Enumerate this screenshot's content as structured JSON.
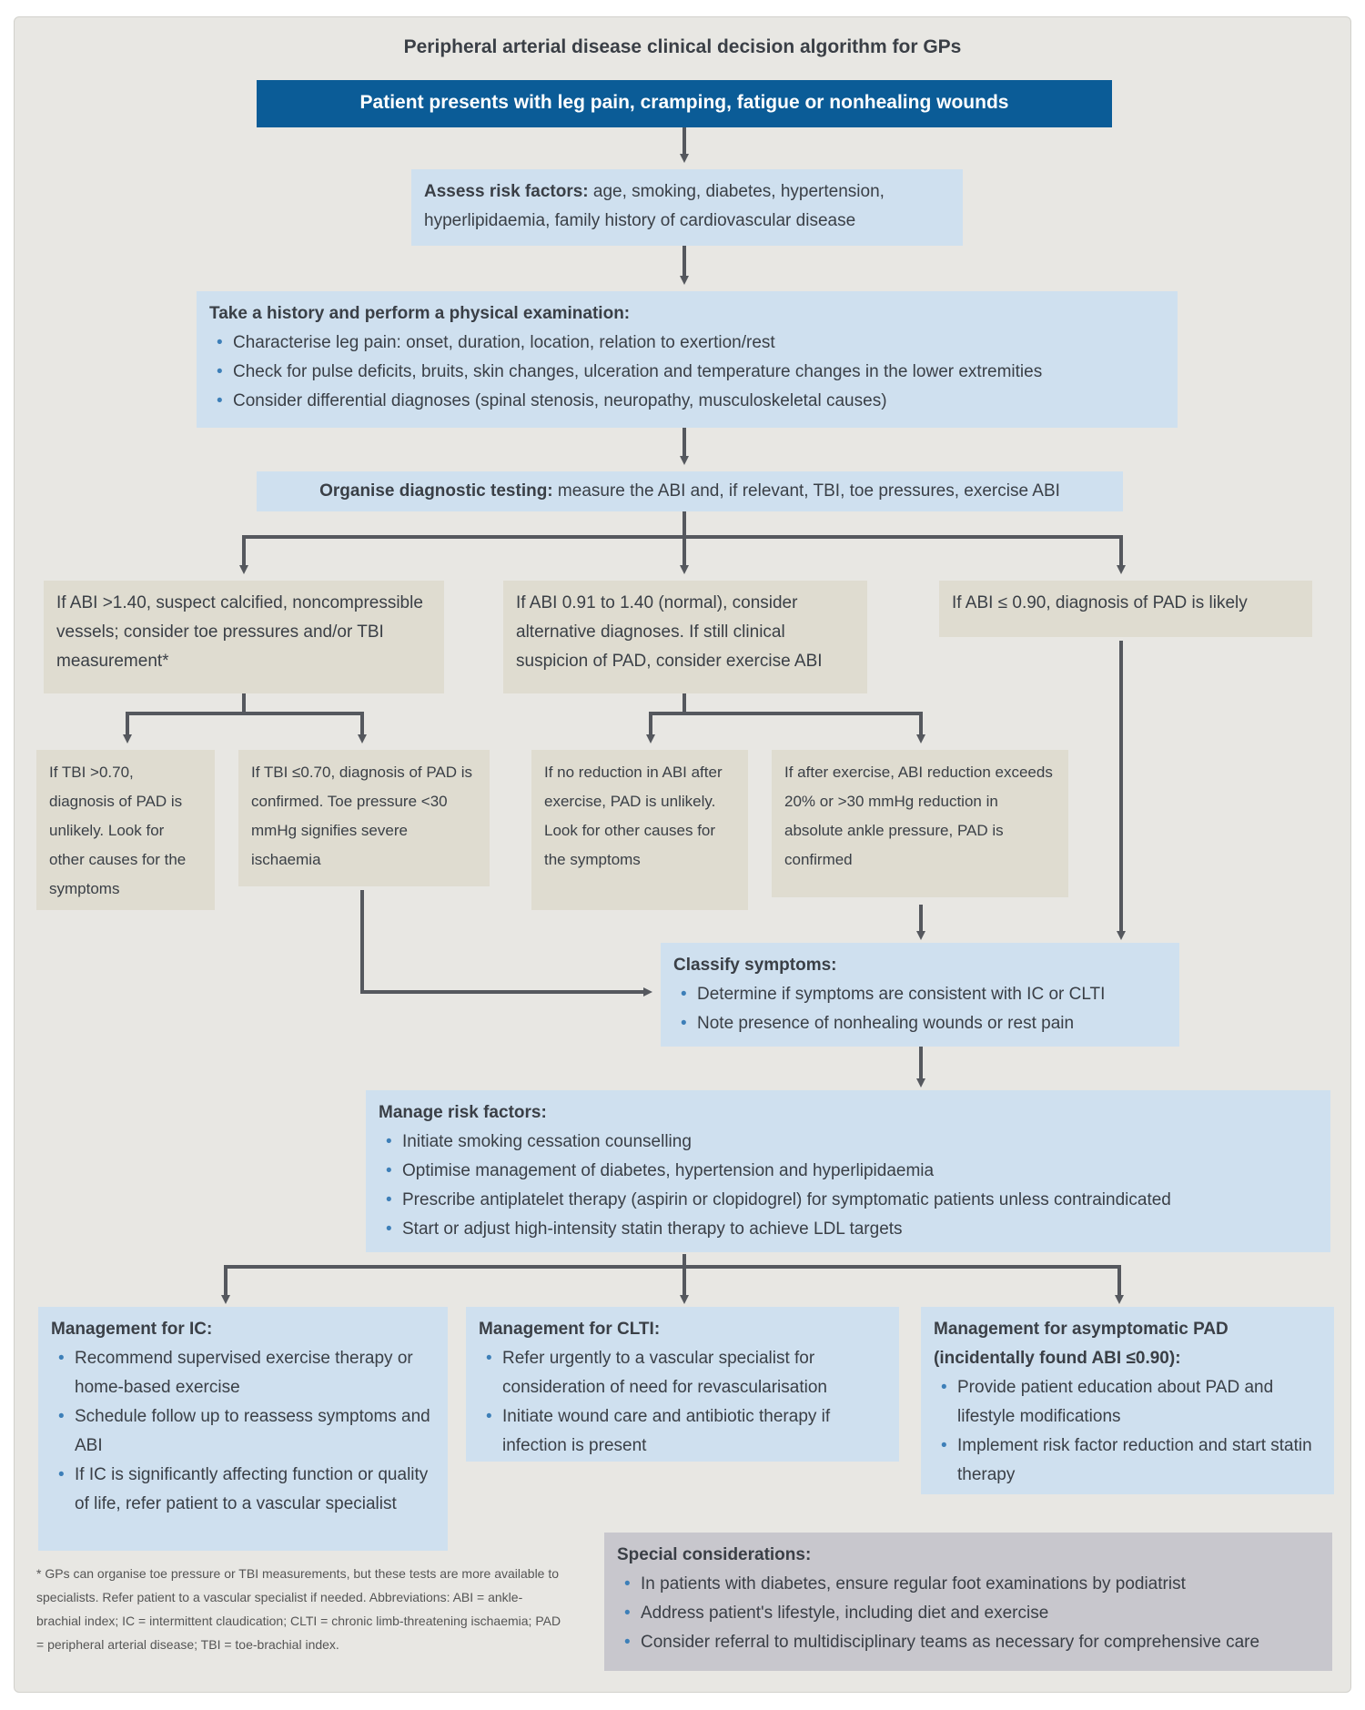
{
  "title": "Peripheral arterial disease clinical decision algorithm for GPs",
  "start": "Patient presents with leg pain, cramping, fatigue or nonhealing wounds",
  "assess_risk": {
    "heading": "Assess risk factors:",
    "text": "age, smoking, diabetes, hypertension, hyperlipidaemia, family history of cardiovascular disease"
  },
  "history": {
    "heading": "Take a history and perform a physical examination:",
    "items": [
      "Characterise leg pain: onset, duration, location, relation to exertion/rest",
      "Check for pulse deficits, bruits, skin changes, ulceration and temperature changes in the lower extremities",
      "Consider differential diagnoses (spinal stenosis, neuropathy, musculoskeletal causes)"
    ]
  },
  "diagnostic": {
    "heading": "Organise diagnostic testing:",
    "text": "measure the ABI and, if relevant, TBI, toe pressures, exercise ABI"
  },
  "branches": {
    "high": "If ABI >1.40, suspect calcified, noncompressible vessels; consider toe pressures and/or TBI measurement*",
    "normal": "If ABI 0.91 to 1.40 (normal), consider alternative diagnoses. If still clinical suspicion of PAD, consider exercise ABI",
    "low": "If ABI ≤ 0.90, diagnosis of PAD is likely",
    "tbi_high": "If TBI >0.70, diagnosis of PAD is unlikely. Look for other causes for the symptoms",
    "tbi_low": "If TBI ≤0.70, diagnosis of PAD is confirmed. Toe pressure <30 mmHg signifies severe ischaemia",
    "ex_none": "If no reduction in ABI after exercise, PAD is unlikely. Look for other causes for the symptoms",
    "ex_drop": "If after exercise, ABI reduction exceeds 20% or >30 mmHg reduction in absolute ankle pressure, PAD is confirmed"
  },
  "classify": {
    "heading": "Classify symptoms:",
    "items": [
      "Determine if symptoms are consistent with IC or CLTI",
      "Note presence of nonhealing wounds or rest pain"
    ]
  },
  "manage": {
    "heading": "Manage risk factors:",
    "items": [
      "Initiate smoking cessation counselling",
      "Optimise management of diabetes, hypertension and hyperlipidaemia",
      "Prescribe antiplatelet therapy (aspirin or clopidogrel) for symptomatic patients unless contraindicated",
      "Start or adjust high-intensity statin therapy to achieve LDL targets"
    ]
  },
  "mgmt_ic": {
    "heading": "Management for IC:",
    "items": [
      "Recommend supervised exercise therapy or home-based exercise",
      "Schedule follow up to reassess symptoms and ABI",
      "If IC is significantly affecting function or quality of life, refer patient to a vascular specialist"
    ]
  },
  "mgmt_clti": {
    "heading": "Management for CLTI:",
    "items": [
      "Refer urgently to a vascular specialist for consideration of need for revascularisation",
      "Initiate wound care and antibiotic therapy if infection is present"
    ]
  },
  "mgmt_asym": {
    "heading": "Management for asymptomatic PAD (incidentally found ABI ≤0.90):",
    "items": [
      "Provide patient education about PAD and lifestyle modifications",
      "Implement risk factor reduction and start statin therapy"
    ]
  },
  "special": {
    "heading": "Special considerations:",
    "items": [
      "In patients with diabetes, ensure regular foot examinations by podiatrist",
      "Address patient's lifestyle, including diet and exercise",
      "Consider referral to multidisciplinary teams as necessary for comprehensive care"
    ]
  },
  "footnote": "* GPs can organise toe pressure or TBI measurements, but these tests are more available to specialists. Refer patient to a vascular specialist if needed. Abbreviations: ABI = ankle-brachial index; IC = intermittent claudication; CLTI = chronic limb-threatening ischaemia; PAD = peripheral arterial disease; TBI = toe-brachial index.",
  "colors": {
    "banner": "#0b5c97",
    "blue_box": "#cfe0ef",
    "beige_box": "#dfdcd0",
    "grey_box": "#c8c7cd",
    "frame": "#e8e7e3",
    "arrows": "#55585e"
  }
}
